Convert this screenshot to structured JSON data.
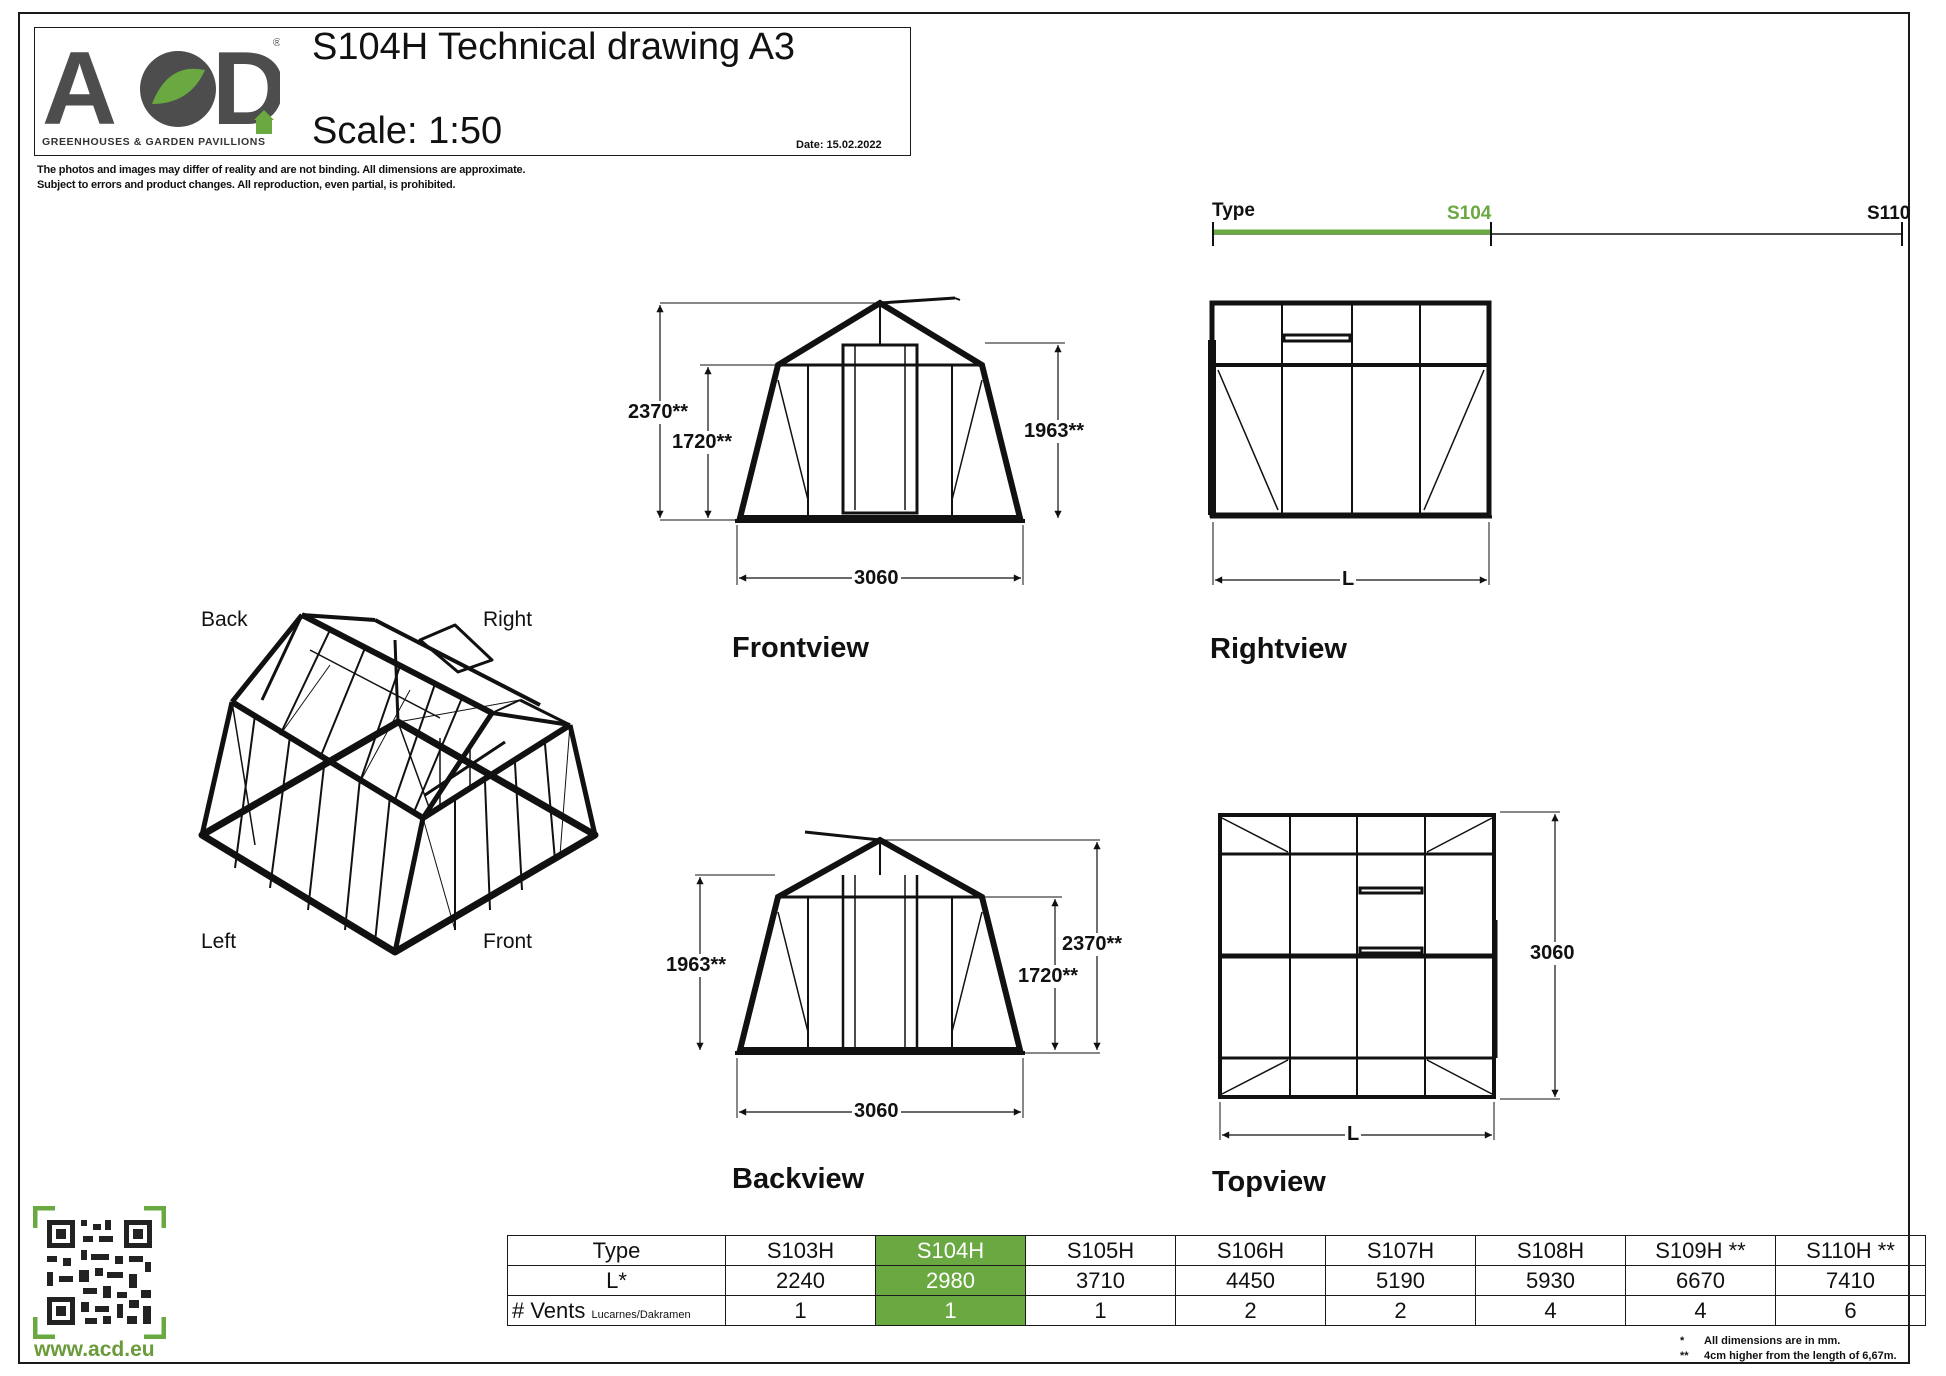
{
  "header": {
    "title": "S104H Technical drawing A3",
    "scale": "Scale:  1:50",
    "date": "Date:   15.02.2022",
    "logo_text": "ACD",
    "logo_tagline": "GREENHOUSES & GARDEN PAVILLIONS",
    "disclaimer_line1": "The photos and images may differ of reality and are not binding. All dimensions are approximate.",
    "disclaimer_line2": "Subject to errors and product changes. All reproduction, even partial, is prohibited."
  },
  "type_bar": {
    "label": "Type",
    "current": "S104",
    "max": "S110",
    "accent": "#6aa841"
  },
  "views": {
    "front": {
      "title": "Frontview",
      "dim_total_height": "2370**",
      "dim_eave_height": "1720**",
      "dim_right_height": "1963**",
      "dim_width": "3060"
    },
    "right": {
      "title": "Rightview",
      "dim_length": "L"
    },
    "back": {
      "title": "Backview",
      "dim_left_height": "1963**",
      "dim_total_height": "2370**",
      "dim_eave_height": "1720**",
      "dim_width": "3060"
    },
    "top": {
      "title": "Topview",
      "dim_width": "3060",
      "dim_length": "L"
    },
    "iso": {
      "back": "Back",
      "right": "Right",
      "left": "Left",
      "front": "Front"
    }
  },
  "spec_table": {
    "row_labels": {
      "type": "Type",
      "length": "L*",
      "vents": "# Vents",
      "vents_sub": "Lucarnes/Dakramen"
    },
    "models": [
      "S103H",
      "S104H",
      "S105H",
      "S106H",
      "S107H",
      "S108H",
      "S109H **",
      "S110H **"
    ],
    "lengths": [
      "2240",
      "2980",
      "3710",
      "4450",
      "5190",
      "5930",
      "6670",
      "7410"
    ],
    "vents": [
      "1",
      "1",
      "1",
      "2",
      "2",
      "4",
      "4",
      "6"
    ],
    "highlight_index": 1
  },
  "footnotes": {
    "note1_mark": "*",
    "note1": "All dimensions are in mm.",
    "note2_mark": "**",
    "note2": "4cm higher from the length of 6,67m."
  },
  "footer": {
    "website": "www.acd.eu",
    "brand_green": "#6aa841",
    "brand_gray": "#4d4d4d"
  }
}
